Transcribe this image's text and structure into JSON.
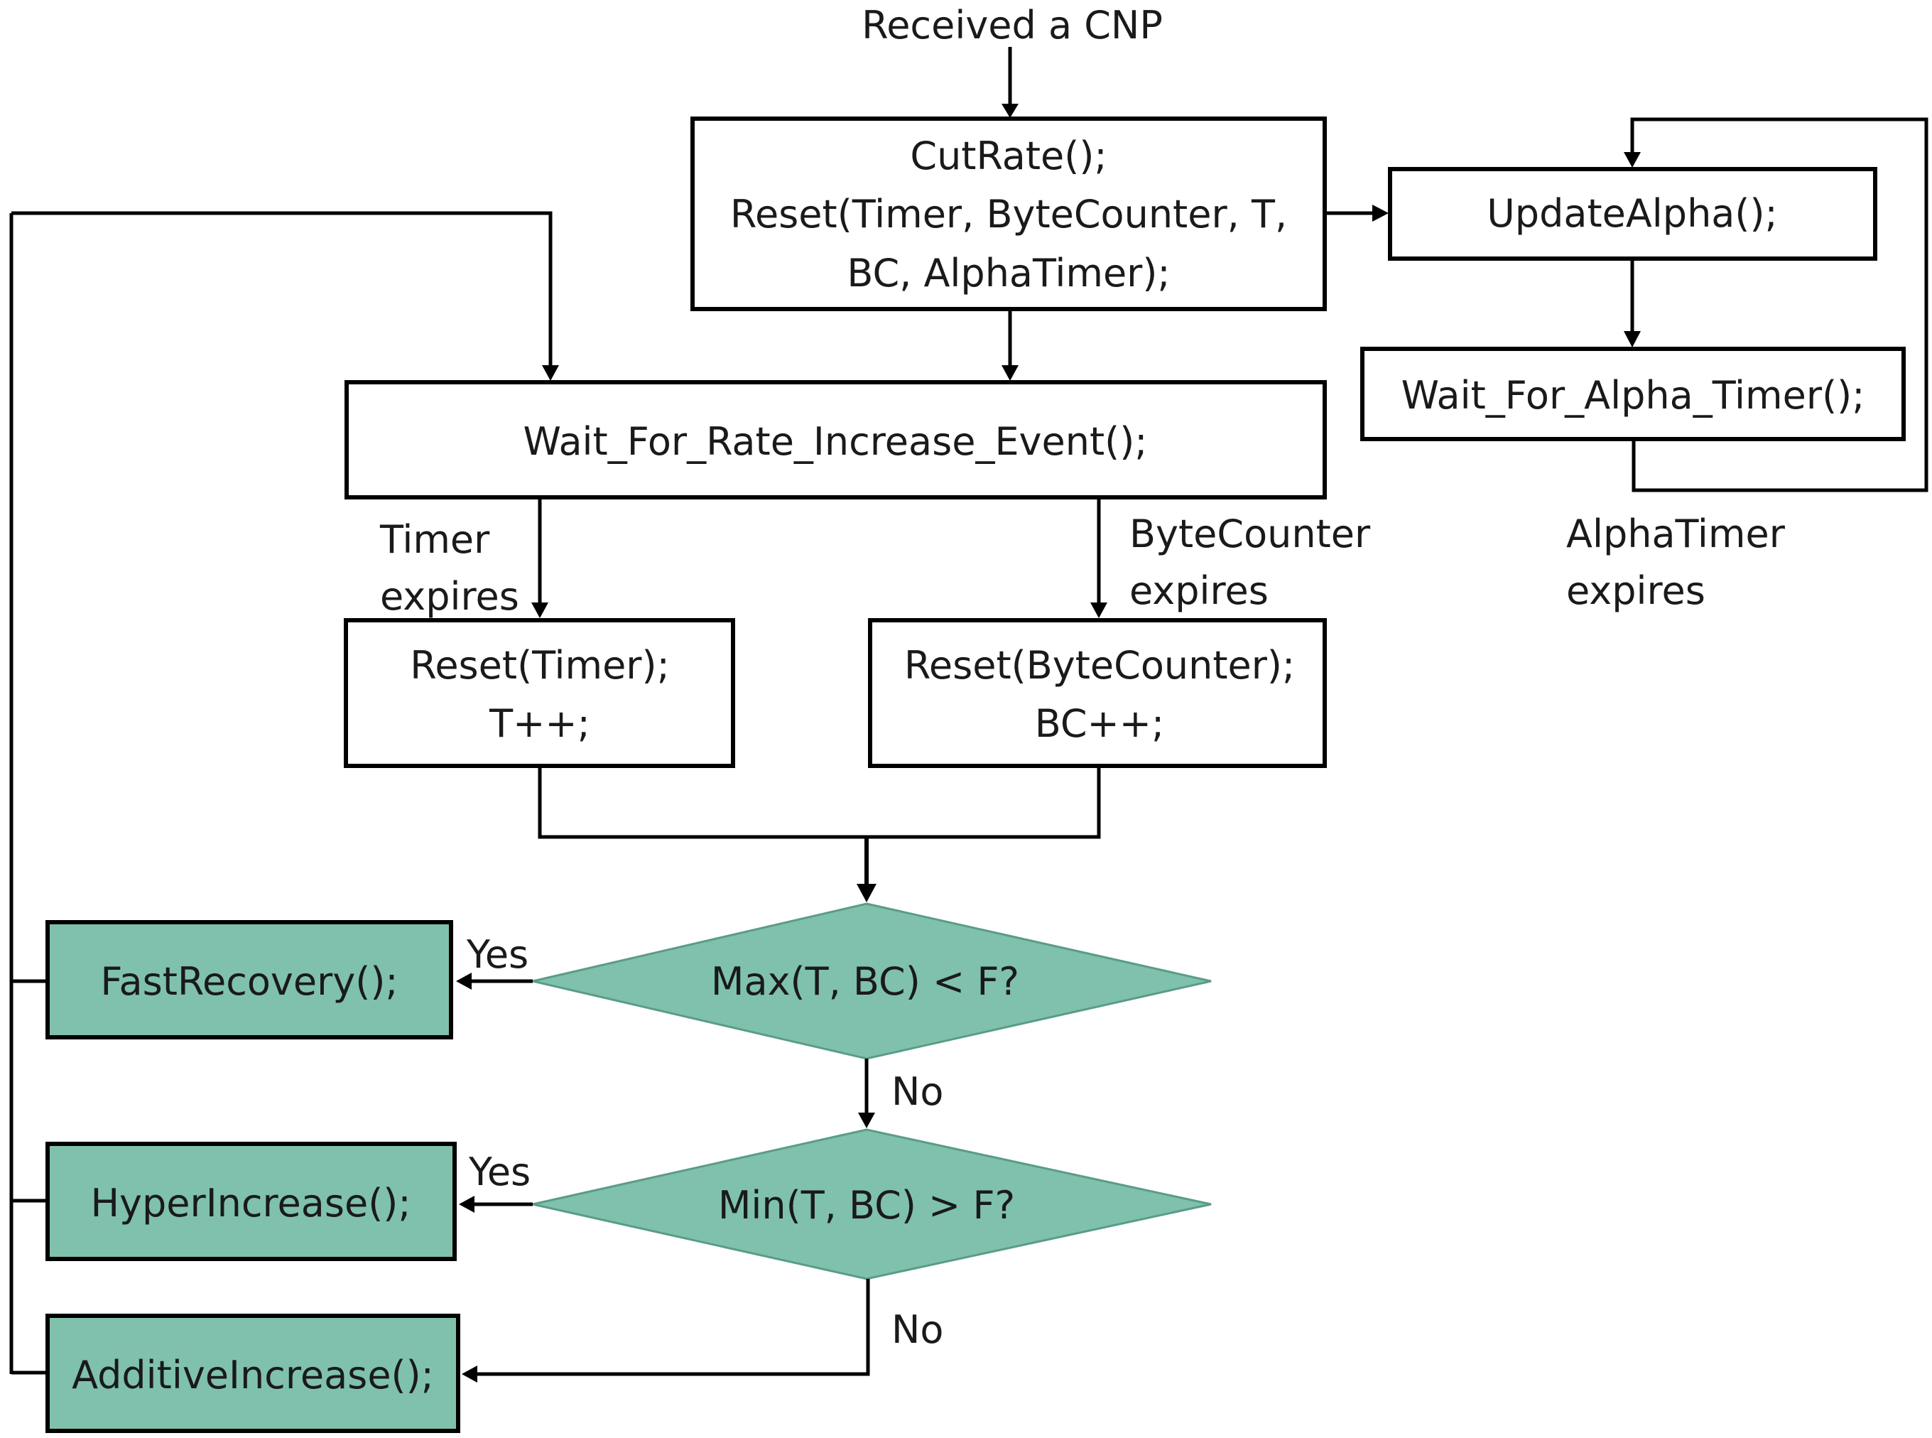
{
  "diagram": {
    "start_label": "Received a CNP",
    "cutrate_box": {
      "line1": "CutRate();",
      "line2": "Reset(Timer, ByteCounter, T,",
      "line3": "BC, AlphaTimer);"
    },
    "update_alpha": "UpdateAlpha();",
    "wait_alpha": "Wait_For_Alpha_Timer();",
    "alpha_expires": {
      "line1": "AlphaTimer",
      "line2": "expires"
    },
    "wait_rate": "Wait_For_Rate_Increase_Event();",
    "timer_expires": {
      "line1": "Timer",
      "line2": "expires"
    },
    "bytecounter_expires": {
      "line1": "ByteCounter",
      "line2": "expires"
    },
    "reset_timer": {
      "line1": "Reset(Timer);",
      "line2": "T++;"
    },
    "reset_bytecounter": {
      "line1": "Reset(ByteCounter);",
      "line2": "BC++;"
    },
    "decision_max": "Max(T, BC) < F?",
    "decision_min": "Min(T, BC) > F?",
    "yes_label_1": "Yes",
    "yes_label_2": "Yes",
    "no_label_1": "No",
    "no_label_2": "No",
    "fast_recovery": "FastRecovery();",
    "hyper_increase": "HyperIncrease();",
    "additive_increase": "AdditiveIncrease();",
    "colors": {
      "accent_fill": "#7fc1ad",
      "stroke": "#000000",
      "text": "#1a1a1a"
    }
  }
}
